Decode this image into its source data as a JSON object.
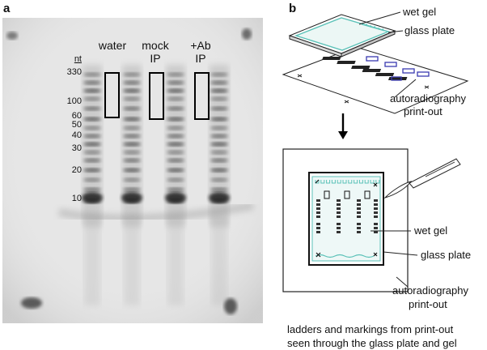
{
  "panel_a": {
    "label": "a",
    "ladder_header": "nt",
    "ladder_sizes": [
      "330",
      "100",
      "60",
      "50",
      "40",
      "30",
      "20",
      "10"
    ],
    "conditions": [
      {
        "line1": "water",
        "line2": ""
      },
      {
        "line1": "mock",
        "line2": "IP"
      },
      {
        "line1": "+Ab",
        "line2": "IP"
      }
    ]
  },
  "panel_b": {
    "label": "b",
    "top_labels": {
      "wet_gel": "wet gel",
      "glass_plate": "glass plate",
      "printout_line1": "autoradiography",
      "printout_line2": "print-out"
    },
    "bottom_labels": {
      "wet_gel": "wet gel",
      "glass_plate": "glass plate",
      "printout_line1": "autoradiography",
      "printout_line2": "print-out"
    },
    "caption_line1": "ladders and markings from print-out",
    "caption_line2": "seen through the glass plate and gel"
  },
  "colors": {
    "accent": "#5cc2b8",
    "band_blue": "#3a3ab0"
  }
}
